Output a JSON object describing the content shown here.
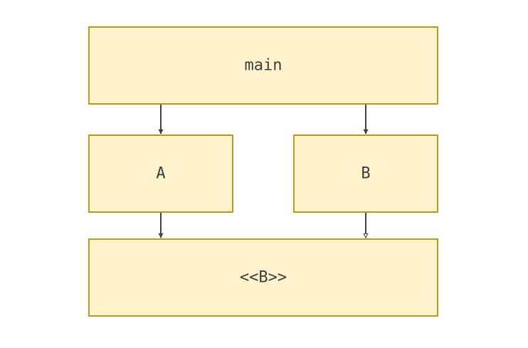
{
  "diagram": {
    "colors": {
      "node_fill": "#fff2cc",
      "node_stroke": "#b89b1a",
      "text": "#3d3d3d",
      "edge": "#404040",
      "background": "#ffffff"
    },
    "nodes": [
      {
        "id": "main",
        "label": "main"
      },
      {
        "id": "a",
        "label": "A"
      },
      {
        "id": "b",
        "label": "B"
      },
      {
        "id": "b-interface",
        "label": "<<B>>"
      }
    ],
    "edges": [
      {
        "from": "main",
        "to": "a",
        "arrow": "filled"
      },
      {
        "from": "main",
        "to": "b",
        "arrow": "filled"
      },
      {
        "from": "a",
        "to": "b-interface",
        "arrow": "filled"
      },
      {
        "from": "b",
        "to": "b-interface",
        "arrow": "hollow"
      }
    ]
  }
}
